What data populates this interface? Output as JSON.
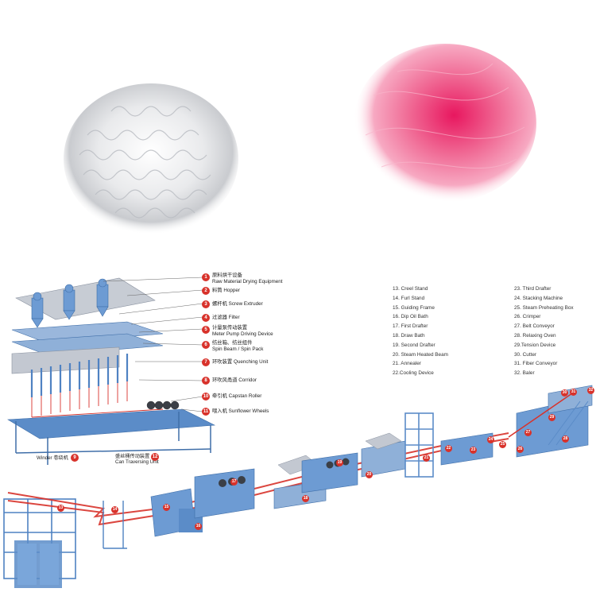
{
  "extruder_labels": [
    {
      "num": "1",
      "zh": "原料烘干设备",
      "en": "Raw Material Drying Equipment"
    },
    {
      "num": "2",
      "zh": "料筒",
      "en": "Hopper"
    },
    {
      "num": "3",
      "zh": "螺杆机",
      "en": "Screw Extruder"
    },
    {
      "num": "4",
      "zh": "过滤器",
      "en": "Filter"
    },
    {
      "num": "5",
      "zh": "计量泵传动装置",
      "en": "Meter Pump Driving Device"
    },
    {
      "num": "6",
      "zh": "纺丝箱、纺丝组件",
      "en": "Spin Beam / Spin Pack"
    },
    {
      "num": "7",
      "zh": "环吹装置",
      "en": "Quenching Unit"
    },
    {
      "num": "8",
      "zh": "环吹风甬道",
      "en": "Corridor"
    },
    {
      "num": "10",
      "zh": "牵引机",
      "en": "Capstan Roller"
    },
    {
      "num": "11",
      "zh": "喂入机",
      "en": "Sunflower Wheels"
    }
  ],
  "winder_label": {
    "num": "9",
    "text": "Winder 卷绕机"
  },
  "can_label": {
    "num": "12",
    "zh": "盛丝桶传动装置",
    "en": "Can Traversing Unit"
  },
  "legend_col1": [
    "13. Creel Stand",
    "14. Furl Stand",
    "15. Guiding Frame",
    "16. Dip Oil Bath",
    "17. First Drafter",
    "18. Draw Bath",
    "19. Second Drafter",
    "20. Steam Heated Beam",
    "21. Annealer",
    "22.Cooling Device"
  ],
  "legend_col2": [
    "23. Third Drafter",
    "24. Stacking Machine",
    "25. Steam Preheating Box",
    "26. Crimper",
    "27. Belt Conveyor",
    "28. Relaxing Oven",
    "29.Tension Device",
    "30. Cutter",
    "31. Fiber Conveyor",
    "32. Baler"
  ],
  "line_markers": [
    "13",
    "14",
    "15",
    "16",
    "17",
    "18",
    "19",
    "20",
    "21",
    "22",
    "23",
    "24",
    "25",
    "26",
    "27",
    "28",
    "29",
    "30",
    "31",
    "32"
  ],
  "colors": {
    "machine_blue": "#5b8cc8",
    "machine_dark": "#3f6ea8",
    "fiber_red": "#d8322b",
    "white_fiber": "#e8e8e8",
    "pink_fiber": "#ee5a8c",
    "grey_platform": "#c9ccd2"
  }
}
